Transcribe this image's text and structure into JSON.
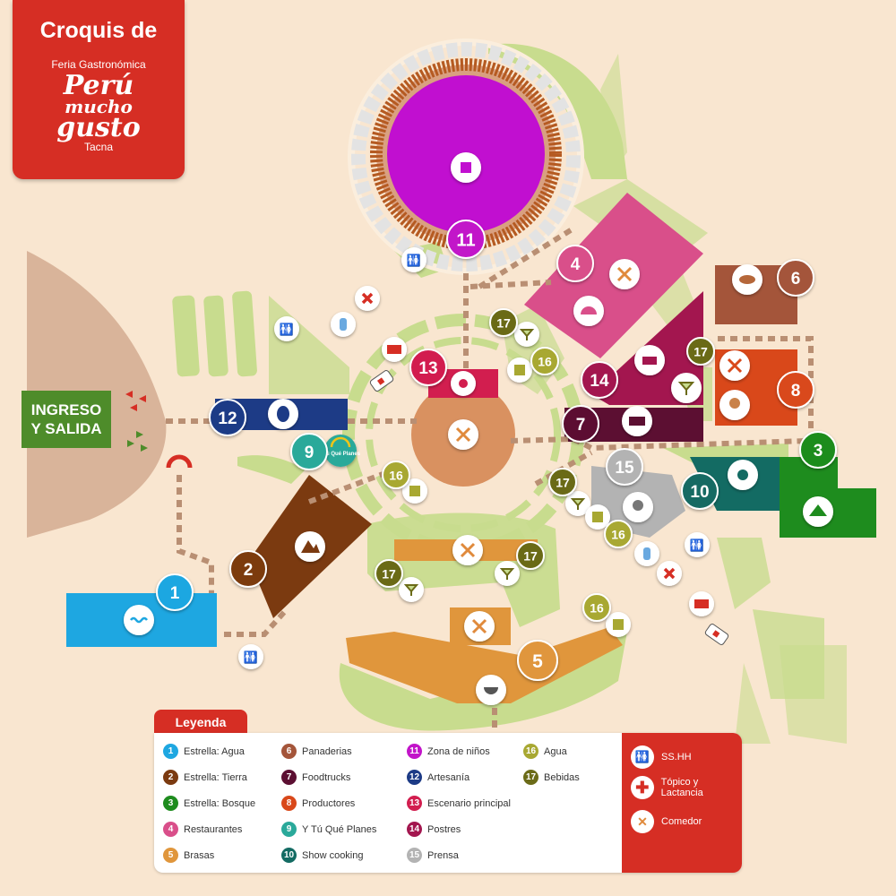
{
  "title": {
    "heading": "Croquis de",
    "fair": "Feria Gastronómica",
    "brand_line1": "Perú",
    "brand_line2": "mucho",
    "brand_line3": "gusto",
    "city": "Tacna"
  },
  "entrance": {
    "label_line1": "INGRESO",
    "label_line2": "Y SALIDA"
  },
  "markers": [
    {
      "n": "1",
      "color": "#1ea7e1"
    },
    {
      "n": "2",
      "color": "#7b3a10"
    },
    {
      "n": "3",
      "color": "#1e8c1e"
    },
    {
      "n": "4",
      "color": "#d94f8a"
    },
    {
      "n": "5",
      "color": "#e0963c"
    },
    {
      "n": "6",
      "color": "#a4553a"
    },
    {
      "n": "7",
      "color": "#5c0f32"
    },
    {
      "n": "8",
      "color": "#d9481a"
    },
    {
      "n": "9",
      "color": "#2aa99a"
    },
    {
      "n": "10",
      "color": "#136b63"
    },
    {
      "n": "11",
      "color": "#c214c9"
    },
    {
      "n": "12",
      "color": "#1d3b86"
    },
    {
      "n": "13",
      "color": "#d21e4f"
    },
    {
      "n": "14",
      "color": "#a3164f"
    },
    {
      "n": "15",
      "color": "#b3b3b3"
    },
    {
      "n": "16",
      "color": "#a8a832"
    },
    {
      "n": "17",
      "color": "#6b6b18"
    }
  ],
  "zone_badge_9": "Ytú Qué Planes",
  "legend": {
    "title": "Leyenda",
    "items": [
      {
        "n": "1",
        "label": "Estrella: Agua",
        "color": "#1ea7e1"
      },
      {
        "n": "2",
        "label": "Estrella: Tierra",
        "color": "#7b3a10"
      },
      {
        "n": "3",
        "label": "Estrella: Bosque",
        "color": "#1e8c1e"
      },
      {
        "n": "4",
        "label": "Restaurantes",
        "color": "#d94f8a"
      },
      {
        "n": "5",
        "label": "Brasas",
        "color": "#e0963c"
      },
      {
        "n": "6",
        "label": "Panaderias",
        "color": "#a4553a"
      },
      {
        "n": "7",
        "label": "Foodtrucks",
        "color": "#5c0f32"
      },
      {
        "n": "8",
        "label": "Productores",
        "color": "#d9481a"
      },
      {
        "n": "9",
        "label": "Y Tú Qué Planes",
        "color": "#2aa99a"
      },
      {
        "n": "10",
        "label": "Show cooking",
        "color": "#136b63"
      },
      {
        "n": "11",
        "label": "Zona de niños",
        "color": "#c214c9"
      },
      {
        "n": "12",
        "label": "Artesanía",
        "color": "#1d3b86"
      },
      {
        "n": "13",
        "label": "Escenario principal",
        "color": "#d21e4f"
      },
      {
        "n": "14",
        "label": "Postres",
        "color": "#a3164f"
      },
      {
        "n": "15",
        "label": "Prensa",
        "color": "#b3b3b3"
      },
      {
        "n": "16",
        "label": "Agua",
        "color": "#a8a832"
      },
      {
        "n": "17",
        "label": "Bebidas",
        "color": "#6b6b18"
      }
    ],
    "services": [
      {
        "label": "SS.HH",
        "icon": "restroom-icon"
      },
      {
        "label": "Tópico y Lactancia",
        "icon": "first-aid-cross-icon"
      },
      {
        "label": "Comedor",
        "icon": "utensils-icon"
      }
    ]
  }
}
